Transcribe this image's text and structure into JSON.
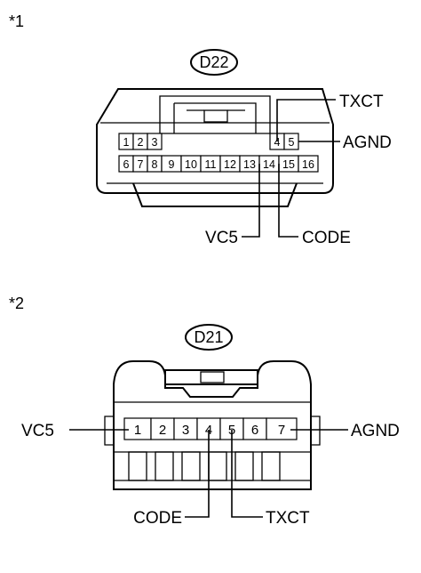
{
  "view1": {
    "marker": "*1",
    "connector_id": "D22",
    "pins_top": [
      "1",
      "2",
      "3",
      "4",
      "5"
    ],
    "pins_bottom": [
      "6",
      "7",
      "8",
      "9",
      "10",
      "11",
      "12",
      "13",
      "14",
      "15",
      "16"
    ],
    "labels": {
      "txct": "TXCT",
      "agnd": "AGND",
      "vc5": "VC5",
      "code": "CODE"
    }
  },
  "view2": {
    "marker": "*2",
    "connector_id": "D21",
    "pins": [
      "1",
      "2",
      "3",
      "4",
      "5",
      "6",
      "7"
    ],
    "labels": {
      "vc5": "VC5",
      "agnd": "AGND",
      "code": "CODE",
      "txct": "TXCT"
    }
  }
}
